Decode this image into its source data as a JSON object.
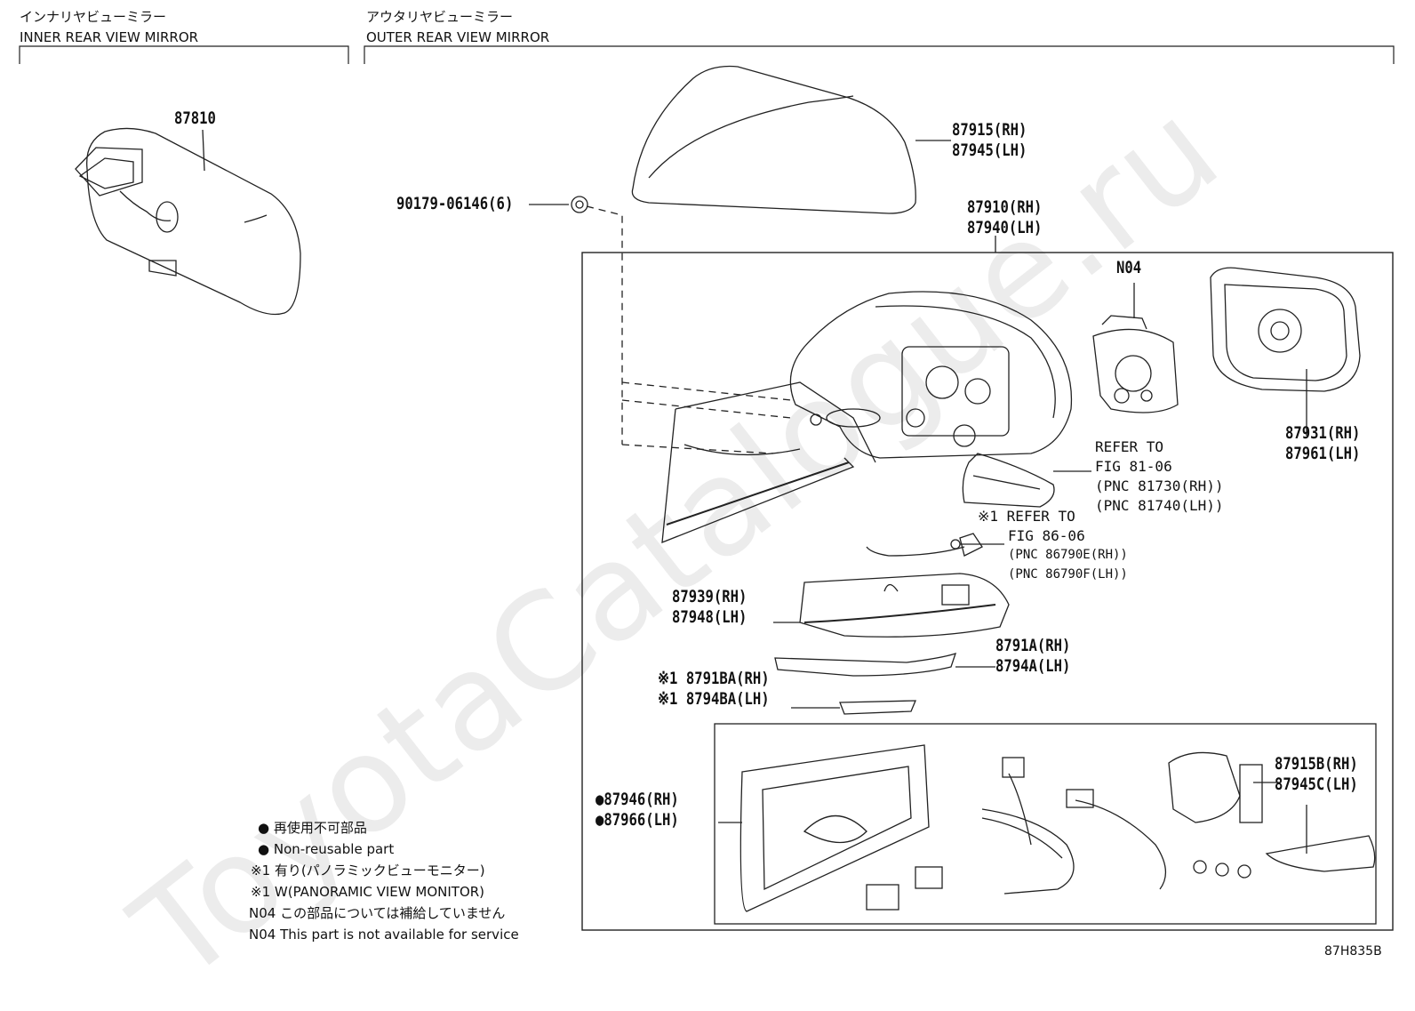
{
  "watermark": "ToyotaCatalogue.ru",
  "sections": {
    "inner": {
      "title_jp": "インナリヤビューミラー",
      "title_en": "INNER REAR VIEW MIRROR"
    },
    "outer": {
      "title_jp": "アウタリヤビューミラー",
      "title_en": "OUTER REAR VIEW MIRROR"
    }
  },
  "parts": {
    "p87810": "87810",
    "p87915": "87915(RH)",
    "p87945": "87945(LH)",
    "p90179": "90179-06146(6)",
    "p87910": "87910(RH)",
    "p87940": "87940(LH)",
    "pN04": "N04",
    "p87931": "87931(RH)",
    "p87961": "87961(LH)",
    "p87939": "87939(RH)",
    "p87948": "87948(LH)",
    "p8791A": "8791A(RH)",
    "p8794A": "8794A(LH)",
    "p8791BA": "※1 8791BA(RH)",
    "p8794BA": "※1 8794BA(LH)",
    "p87946": "●87946(RH)",
    "p87966": "●87966(LH)",
    "p87915B": "87915B(RH)",
    "p87945C": "87945C(LH)"
  },
  "refs": {
    "r1_l1": "REFER TO",
    "r1_l2": "FIG 81-06",
    "r1_l3": "(PNC 81730(RH))",
    "r1_l4": "(PNC 81740(LH))",
    "r2_l1": "※1 REFER TO",
    "r2_l2": "FIG 86-06",
    "r2_l3": "(PNC 86790E(RH))",
    "r2_l4": "(PNC 86790F(LH))"
  },
  "legend": {
    "l1": "●  再使用不可部品",
    "l2": "●  Non-reusable part",
    "l3": "※1 有り(パノラミックビューモニター)",
    "l4": "※1 W(PANORAMIC VIEW MONITOR)",
    "l5": "N04 この部品については補給していません",
    "l6": "N04 This part is not available for service"
  },
  "figure_code": "87H835B"
}
